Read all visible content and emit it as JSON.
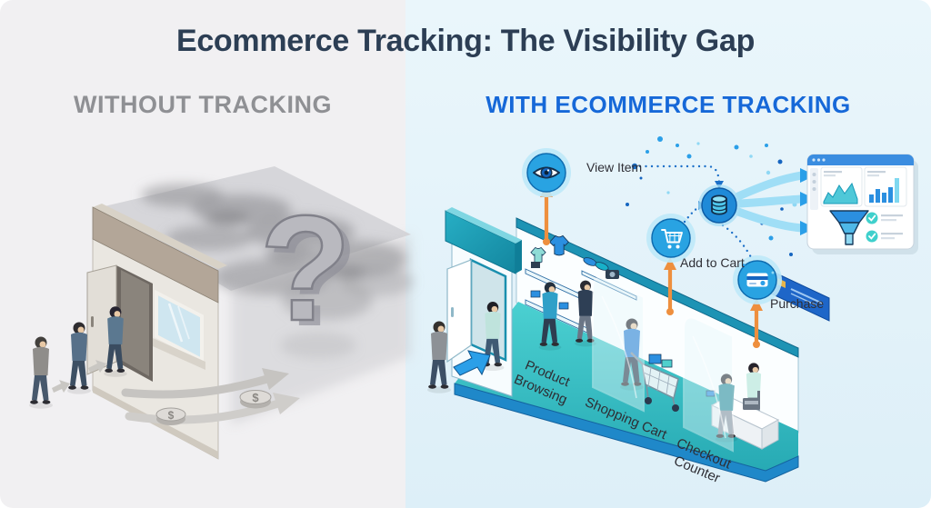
{
  "title": "Ecommerce Tracking: The Visibility Gap",
  "panels": {
    "left": {
      "heading": "WITHOUT TRACKING",
      "question_mark": "?",
      "coin_symbol": "$"
    },
    "right": {
      "heading": "WITH ECOMMERCE TRACKING",
      "events": [
        {
          "label": "View Item",
          "icon": "eye-icon"
        },
        {
          "label": "Add to Cart",
          "icon": "shopping-cart-icon"
        },
        {
          "label": "Purchase",
          "icon": "credit-card-icon"
        }
      ],
      "store_sections": [
        {
          "label": "Product Browsing"
        },
        {
          "label": "Shopping Cart"
        },
        {
          "label": "Checkout Counter"
        }
      ]
    }
  },
  "colors": {
    "title": "#2c3e54",
    "left_heading": "#8f9094",
    "right_heading": "#1668d8",
    "left_background": "#f1f0f2",
    "right_background": "#ddeff8",
    "accent_blue": "#2196e3",
    "accent_teal": "#1d9db8",
    "accent_orange": "#ee8f3e"
  }
}
